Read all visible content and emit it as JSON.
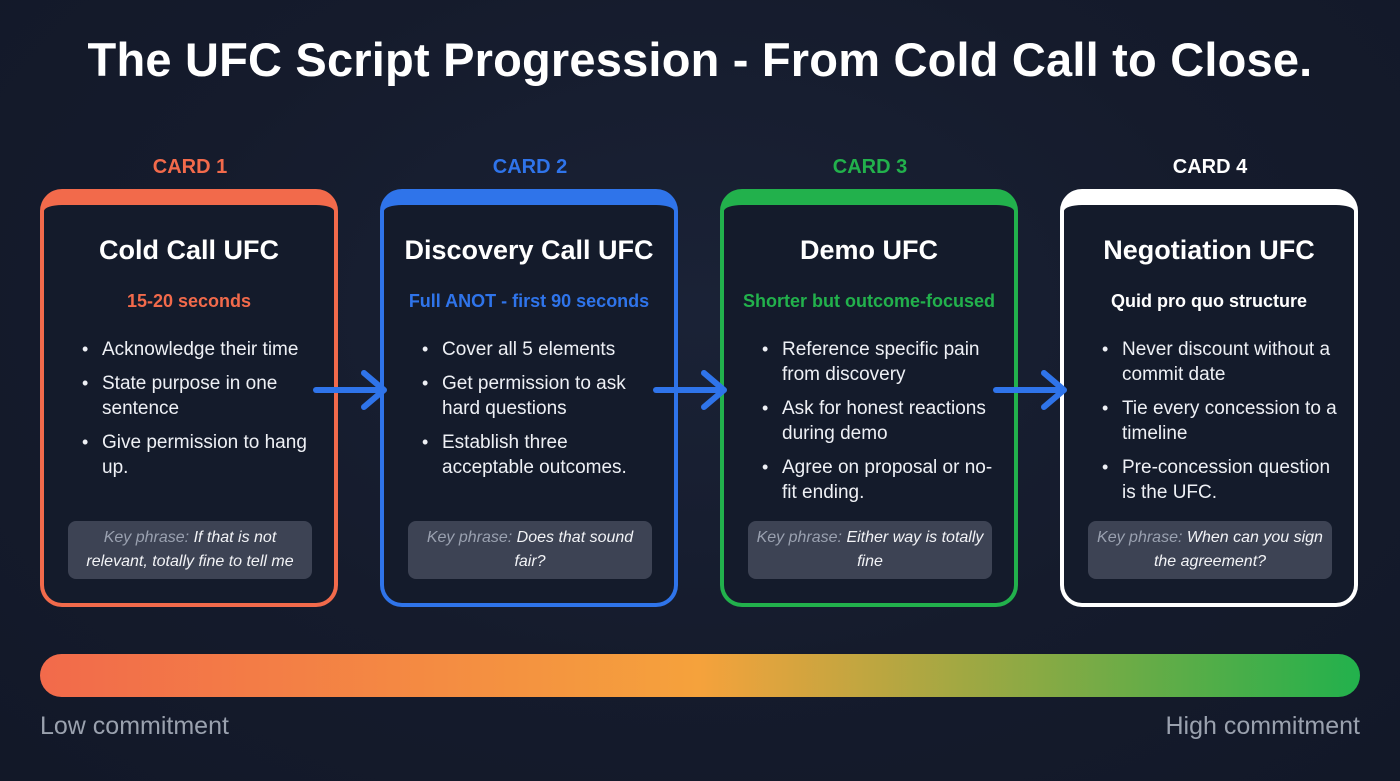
{
  "title": "The UFC Script Progression - From Cold Call to Close.",
  "cards": [
    {
      "label": "CARD 1",
      "title": "Cold Call UFC",
      "subtitle": "15-20 seconds",
      "color": "#f26a4b",
      "bullets": [
        "Acknowledge their time",
        "State purpose in one sentence",
        "Give permission to hang up."
      ],
      "key_prefix": "Key phrase:",
      "key_text": "If that is not relevant, totally fine to tell me"
    },
    {
      "label": "CARD 2",
      "title": "Discovery Call UFC",
      "subtitle": "Full ANOT - first 90 seconds",
      "color": "#2f74ea",
      "bullets": [
        "Cover all 5 elements",
        "Get permission to ask hard questions",
        "Establish three acceptable outcomes."
      ],
      "key_prefix": "Key phrase:",
      "key_text": "Does that sound fair?"
    },
    {
      "label": "CARD 3",
      "title": "Demo UFC",
      "subtitle": "Shorter but outcome-focused",
      "color": "#22b14c",
      "bullets": [
        "Reference specific pain from discovery",
        "Ask for honest reactions during demo",
        "Agree on proposal or no-fit ending."
      ],
      "key_prefix": "Key phrase:",
      "key_text": "Either way is totally fine"
    },
    {
      "label": "CARD 4",
      "title": "Negotiation UFC",
      "subtitle": "Quid pro quo structure",
      "color": "#ffffff",
      "bullets": [
        "Never discount without a commit date",
        "Tie every concession to a timeline",
        "Pre-concession question is the UFC."
      ],
      "key_prefix": "Key phrase:",
      "key_text": "When can you sign the agreement?"
    }
  ],
  "arrow_color": "#2f74ea",
  "scale": {
    "low_label": "Low commitment",
    "high_label": "High commitment",
    "gradient": [
      "#f26a4b",
      "#f5a23c",
      "#22b14c"
    ]
  }
}
